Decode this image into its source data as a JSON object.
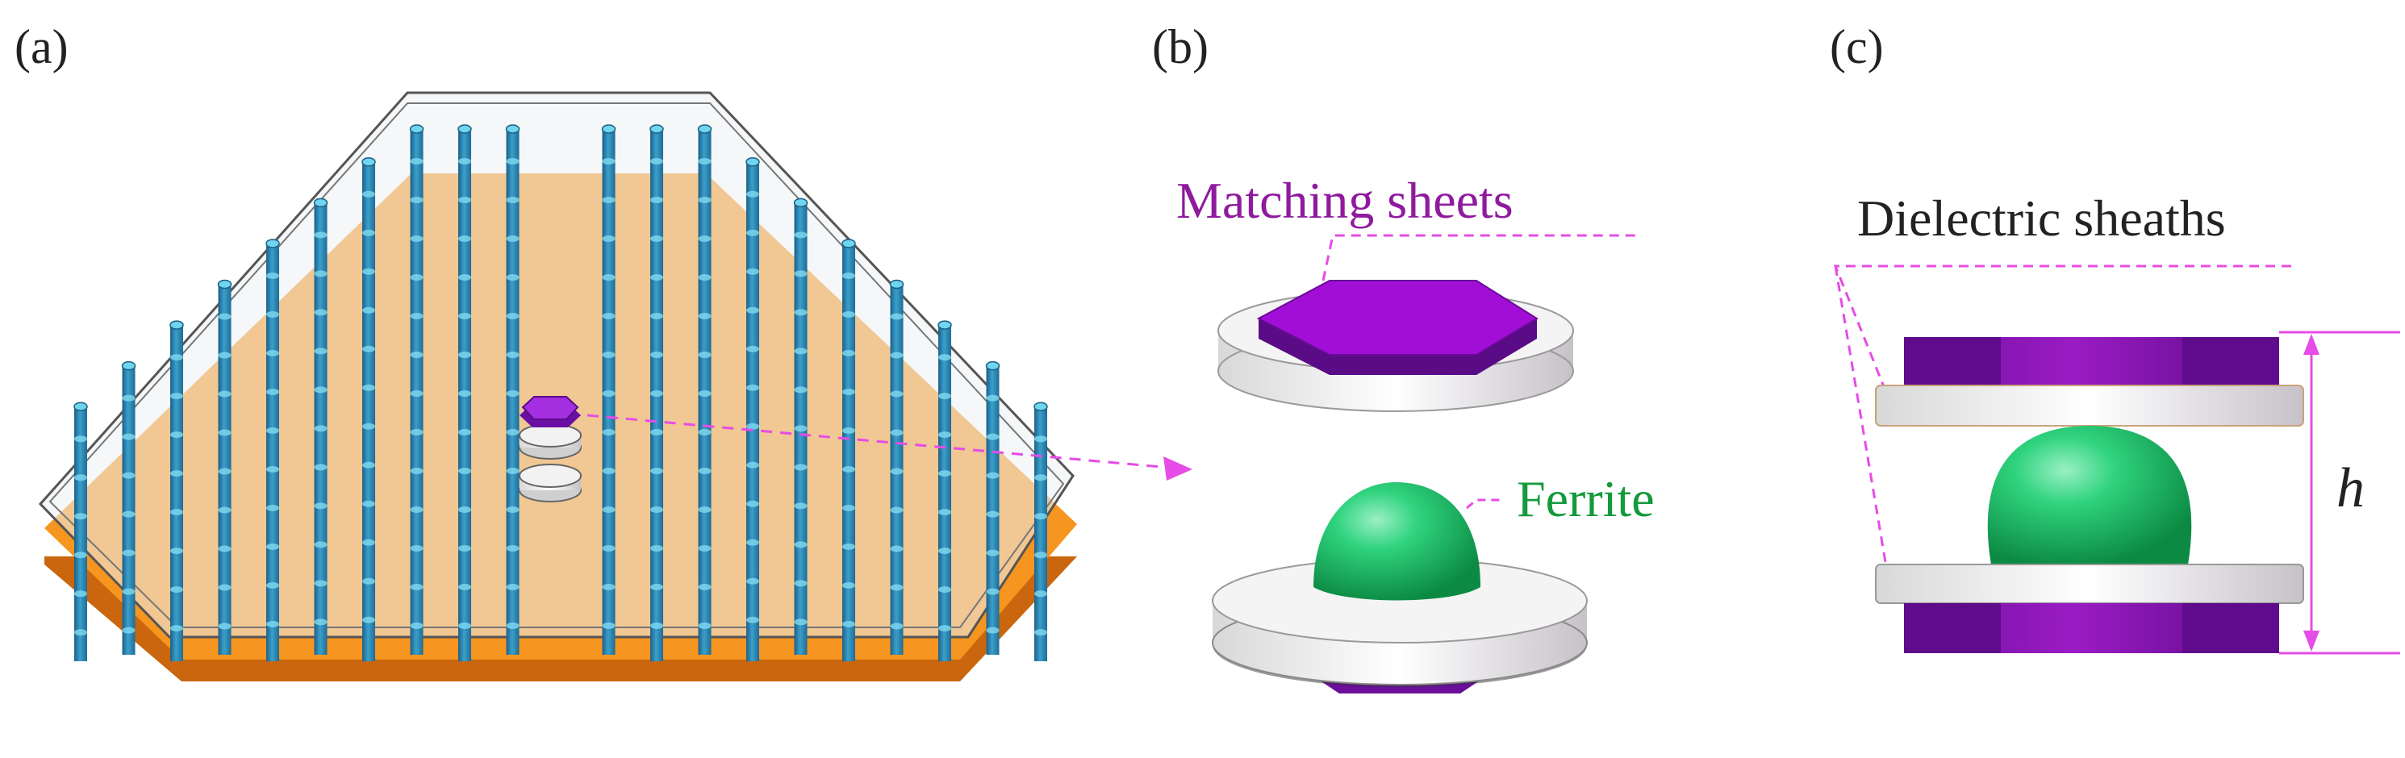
{
  "panels": {
    "a": {
      "label": "(a)"
    },
    "b": {
      "label": "(b)",
      "matching_label": "Matching sheets",
      "ferrite_label": "Ferrite"
    },
    "c": {
      "label": "(c)",
      "sheath_label": "Dielectric sheaths",
      "height_label": "h"
    }
  },
  "colors": {
    "copper": "#f6951f",
    "copper_side": "#c9660e",
    "rod": "#2f8ab5",
    "rod_top": "#6fd6ee",
    "glass_edge": "#555555",
    "purple": "#8b12b6",
    "purple_dark": "#5a0b86",
    "ferrite_green": "#1ec46c",
    "dimension_magenta": "#e64ce6",
    "label_matching": "#8f1a9e",
    "label_ferrite": "#139a3c"
  }
}
